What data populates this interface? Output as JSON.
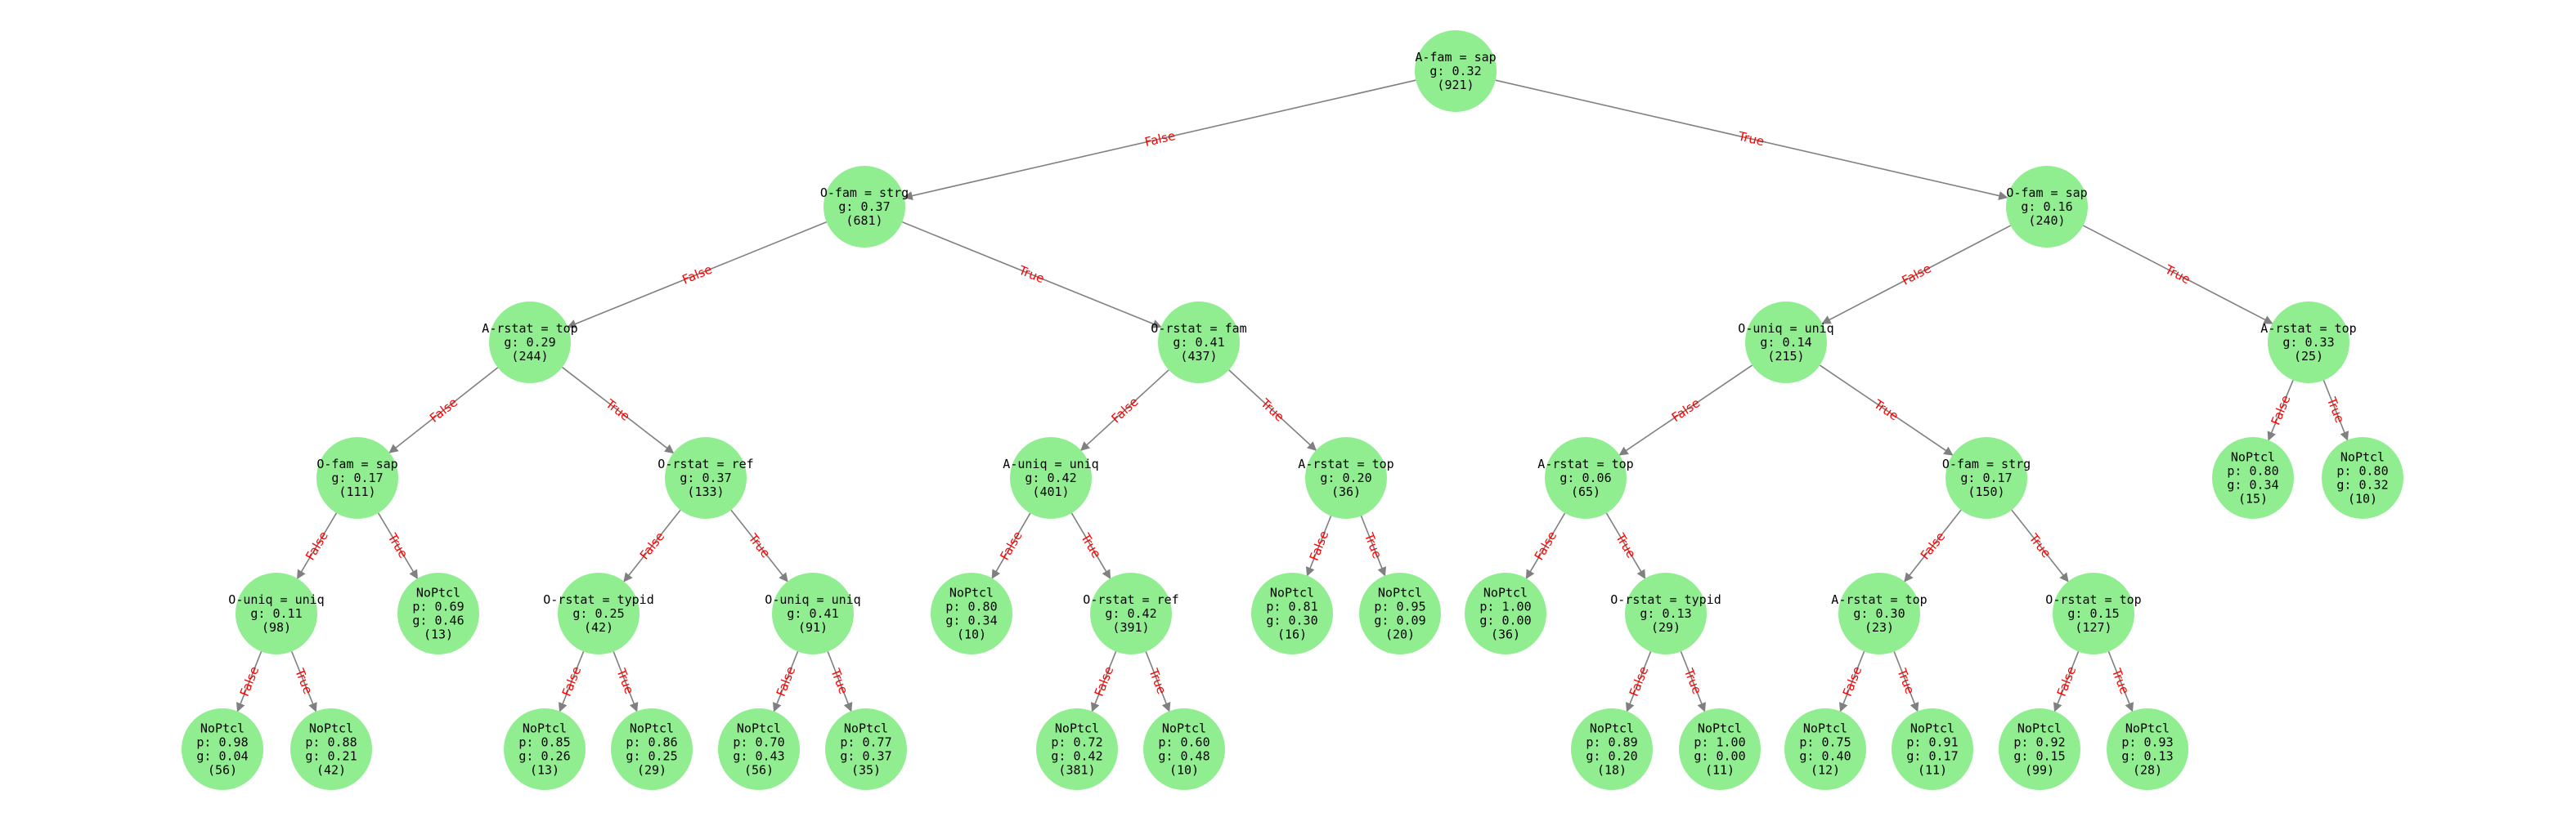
{
  "colors": {
    "node_fill": "#90ee90",
    "edge": "#808080",
    "edge_label": "#ff0000",
    "text": "#000000"
  },
  "tree": {
    "nodes": [
      {
        "id": "root",
        "lines": [
          "A-fam = sap",
          "g: 0.32",
          "(921)"
        ]
      },
      {
        "id": "L",
        "lines": [
          "O-fam = strg",
          "g: 0.37",
          "(681)"
        ]
      },
      {
        "id": "R",
        "lines": [
          "O-fam = sap",
          "g: 0.16",
          "(240)"
        ]
      },
      {
        "id": "LL",
        "lines": [
          "A-rstat = top",
          "g: 0.29",
          "(244)"
        ]
      },
      {
        "id": "LR",
        "lines": [
          "O-rstat = fam",
          "g: 0.41",
          "(437)"
        ]
      },
      {
        "id": "RL",
        "lines": [
          "O-uniq = uniq",
          "g: 0.14",
          "(215)"
        ]
      },
      {
        "id": "RR",
        "lines": [
          "A-rstat = top",
          "g: 0.33",
          "(25)"
        ]
      },
      {
        "id": "LLL",
        "lines": [
          "O-fam = sap",
          "g: 0.17",
          "(111)"
        ]
      },
      {
        "id": "LLR",
        "lines": [
          "O-rstat = ref",
          "g: 0.37",
          "(133)"
        ]
      },
      {
        "id": "LRL",
        "lines": [
          "A-uniq = uniq",
          "g: 0.42",
          "(401)"
        ]
      },
      {
        "id": "LRR",
        "lines": [
          "A-rstat = top",
          "g: 0.20",
          "(36)"
        ]
      },
      {
        "id": "RLL",
        "lines": [
          "A-rstat = top",
          "g: 0.06",
          "(65)"
        ]
      },
      {
        "id": "RLR",
        "lines": [
          "O-fam = strg",
          "g: 0.17",
          "(150)"
        ]
      },
      {
        "id": "RRL",
        "lines": [
          "NoPtcl",
          "p: 0.80",
          "g: 0.34",
          "(15)"
        ]
      },
      {
        "id": "RRR",
        "lines": [
          "NoPtcl",
          "p: 0.80",
          "g: 0.32",
          "(10)"
        ]
      },
      {
        "id": "LLLL",
        "lines": [
          "O-uniq = uniq",
          "g: 0.11",
          "(98)"
        ]
      },
      {
        "id": "LLLR",
        "lines": [
          "NoPtcl",
          "p: 0.69",
          "g: 0.46",
          "(13)"
        ]
      },
      {
        "id": "LLRL",
        "lines": [
          "O-rstat = typid",
          "g: 0.25",
          "(42)"
        ]
      },
      {
        "id": "LLRR",
        "lines": [
          "O-uniq = uniq",
          "g: 0.41",
          "(91)"
        ]
      },
      {
        "id": "LRLL",
        "lines": [
          "NoPtcl",
          "p: 0.80",
          "g: 0.34",
          "(10)"
        ]
      },
      {
        "id": "LRLR",
        "lines": [
          "O-rstat = ref",
          "g: 0.42",
          "(391)"
        ]
      },
      {
        "id": "LRRL",
        "lines": [
          "NoPtcl",
          "p: 0.81",
          "g: 0.30",
          "(16)"
        ]
      },
      {
        "id": "LRRR",
        "lines": [
          "NoPtcl",
          "p: 0.95",
          "g: 0.09",
          "(20)"
        ]
      },
      {
        "id": "RLLL",
        "lines": [
          "NoPtcl",
          "p: 1.00",
          "g: 0.00",
          "(36)"
        ]
      },
      {
        "id": "RLLR",
        "lines": [
          "O-rstat = typid",
          "g: 0.13",
          "(29)"
        ]
      },
      {
        "id": "RLRL",
        "lines": [
          "A-rstat = top",
          "g: 0.30",
          "(23)"
        ]
      },
      {
        "id": "RLRR",
        "lines": [
          "O-rstat = top",
          "g: 0.15",
          "(127)"
        ]
      },
      {
        "id": "LLLLL",
        "lines": [
          "NoPtcl",
          "p: 0.98",
          "g: 0.04",
          "(56)"
        ]
      },
      {
        "id": "LLLLR",
        "lines": [
          "NoPtcl",
          "p: 0.88",
          "g: 0.21",
          "(42)"
        ]
      },
      {
        "id": "LLRLL",
        "lines": [
          "NoPtcl",
          "p: 0.85",
          "g: 0.26",
          "(13)"
        ]
      },
      {
        "id": "LLRLR",
        "lines": [
          "NoPtcl",
          "p: 0.86",
          "g: 0.25",
          "(29)"
        ]
      },
      {
        "id": "LLRRL",
        "lines": [
          "NoPtcl",
          "p: 0.70",
          "g: 0.43",
          "(56)"
        ]
      },
      {
        "id": "LLRRR",
        "lines": [
          "NoPtcl",
          "p: 0.77",
          "g: 0.37",
          "(35)"
        ]
      },
      {
        "id": "LRLRL",
        "lines": [
          "NoPtcl",
          "p: 0.72",
          "g: 0.42",
          "(381)"
        ]
      },
      {
        "id": "LRLRR",
        "lines": [
          "NoPtcl",
          "p: 0.60",
          "g: 0.48",
          "(10)"
        ]
      },
      {
        "id": "RLLRL",
        "lines": [
          "NoPtcl",
          "p: 0.89",
          "g: 0.20",
          "(18)"
        ]
      },
      {
        "id": "RLLRR",
        "lines": [
          "NoPtcl",
          "p: 1.00",
          "g: 0.00",
          "(11)"
        ]
      },
      {
        "id": "RLRLL",
        "lines": [
          "NoPtcl",
          "p: 0.75",
          "g: 0.40",
          "(12)"
        ]
      },
      {
        "id": "RLRLR",
        "lines": [
          "NoPtcl",
          "p: 0.91",
          "g: 0.17",
          "(11)"
        ]
      },
      {
        "id": "RLRRL",
        "lines": [
          "NoPtcl",
          "p: 0.92",
          "g: 0.15",
          "(99)"
        ]
      },
      {
        "id": "RLRRR",
        "lines": [
          "NoPtcl",
          "p: 0.93",
          "g: 0.13",
          "(28)"
        ]
      }
    ],
    "edges": [
      {
        "from": "root",
        "to": "L",
        "label": "False"
      },
      {
        "from": "root",
        "to": "R",
        "label": "True"
      },
      {
        "from": "L",
        "to": "LL",
        "label": "False"
      },
      {
        "from": "L",
        "to": "LR",
        "label": "True"
      },
      {
        "from": "R",
        "to": "RL",
        "label": "False"
      },
      {
        "from": "R",
        "to": "RR",
        "label": "True"
      },
      {
        "from": "LL",
        "to": "LLL",
        "label": "False"
      },
      {
        "from": "LL",
        "to": "LLR",
        "label": "True"
      },
      {
        "from": "LR",
        "to": "LRL",
        "label": "False"
      },
      {
        "from": "LR",
        "to": "LRR",
        "label": "True"
      },
      {
        "from": "RL",
        "to": "RLL",
        "label": "False"
      },
      {
        "from": "RL",
        "to": "RLR",
        "label": "True"
      },
      {
        "from": "RR",
        "to": "RRL",
        "label": "False"
      },
      {
        "from": "RR",
        "to": "RRR",
        "label": "True"
      },
      {
        "from": "LLL",
        "to": "LLLL",
        "label": "False"
      },
      {
        "from": "LLL",
        "to": "LLLR",
        "label": "True"
      },
      {
        "from": "LLR",
        "to": "LLRL",
        "label": "False"
      },
      {
        "from": "LLR",
        "to": "LLRR",
        "label": "True"
      },
      {
        "from": "LRL",
        "to": "LRLL",
        "label": "False"
      },
      {
        "from": "LRL",
        "to": "LRLR",
        "label": "True"
      },
      {
        "from": "LRR",
        "to": "LRRL",
        "label": "False"
      },
      {
        "from": "LRR",
        "to": "LRRR",
        "label": "True"
      },
      {
        "from": "RLL",
        "to": "RLLL",
        "label": "False"
      },
      {
        "from": "RLL",
        "to": "RLLR",
        "label": "True"
      },
      {
        "from": "RLR",
        "to": "RLRL",
        "label": "False"
      },
      {
        "from": "RLR",
        "to": "RLRR",
        "label": "True"
      },
      {
        "from": "LLLL",
        "to": "LLLLL",
        "label": "False"
      },
      {
        "from": "LLLL",
        "to": "LLLLR",
        "label": "True"
      },
      {
        "from": "LLRL",
        "to": "LLRLL",
        "label": "False"
      },
      {
        "from": "LLRL",
        "to": "LLRLR",
        "label": "True"
      },
      {
        "from": "LLRR",
        "to": "LLRRL",
        "label": "False"
      },
      {
        "from": "LLRR",
        "to": "LLRRR",
        "label": "True"
      },
      {
        "from": "LRLR",
        "to": "LRLRL",
        "label": "False"
      },
      {
        "from": "LRLR",
        "to": "LRLRR",
        "label": "True"
      },
      {
        "from": "RLLR",
        "to": "RLLRL",
        "label": "False"
      },
      {
        "from": "RLLR",
        "to": "RLLRR",
        "label": "True"
      },
      {
        "from": "RLRL",
        "to": "RLRLL",
        "label": "False"
      },
      {
        "from": "RLRL",
        "to": "RLRLR",
        "label": "True"
      },
      {
        "from": "RLRR",
        "to": "RLRRL",
        "label": "False"
      },
      {
        "from": "RLRR",
        "to": "RLRRR",
        "label": "True"
      }
    ]
  }
}
